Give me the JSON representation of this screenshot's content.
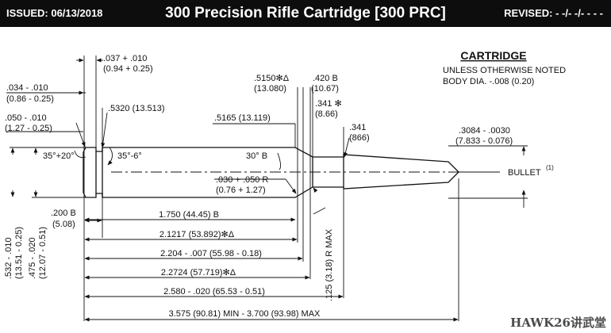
{
  "header": {
    "issued": "ISSUED:  06/13/2018",
    "title": "300 Precision Rifle Cartridge [300 PRC]",
    "revised": "REVISED:  - -/- -/- - - -"
  },
  "notes": {
    "title": "CARTRIDGE",
    "line1": "UNLESS OTHERWISE NOTED",
    "line2": "BODY DIA. -.008 (0.20)"
  },
  "dims": {
    "rim_thickness": ".037 + .010",
    "rim_thickness_mm": "(0.94 + 0.25)",
    "rim_bevel": ".034 - .010",
    "rim_bevel_mm": "(0.86 - 0.25)",
    "extractor": ".050 - .010",
    "extractor_mm": "(1.27 - 0.25)",
    "base_dia": ".5320 (13.513)",
    "shoulder_dia": ".5165 (13.119)",
    "neck_shoulder_junction": ".5150✻Δ",
    "neck_shoulder_junction_mm": "(13.080)",
    "neck_len": ".420 B",
    "neck_len_mm": "(10.67)",
    "neck_dia": ".341 ✻",
    "neck_dia_mm": "(8.66)",
    "neck_dia2": ".341",
    "neck_dia2_mm": "(866)",
    "bullet_dia": ".3084 - .0030",
    "bullet_dia_mm": "(7.833 - 0.076)",
    "bullet_label": "BULLET",
    "bullet_note": "(1)",
    "rim_angle": "35°+20°",
    "groove_angle": "35°-6°",
    "shoulder_angle": "30° B",
    "radius": ".030 + .050 R",
    "radius_mm": "(0.76 + 1.27)",
    "rim_to_groove": ".200 B",
    "rim_to_groove_mm": "(5.08)",
    "body_len": "1.750  (44.45) B",
    "datum_len": "2.1217 (53.892)✻Δ",
    "shoulder_len": "2.204 - .007 (55.98 - 0.18)",
    "neck_start_len": "2.2724 (57.719)✻Δ",
    "case_len": "2.580 - .020 (65.53 - 0.51)",
    "oal": "3.575 (90.81) MIN - 3.700 (93.98) MAX",
    "rim_dia": ".532 - .010",
    "rim_dia_mm": "(13.51 - 0.25)",
    "groove_dia": ".475 - .020",
    "groove_dia_mm": "(12.07 - 0.51)",
    "neck_radius": ".125 (3.18) R MAX"
  },
  "watermark": "HAWK26讲武堂"
}
